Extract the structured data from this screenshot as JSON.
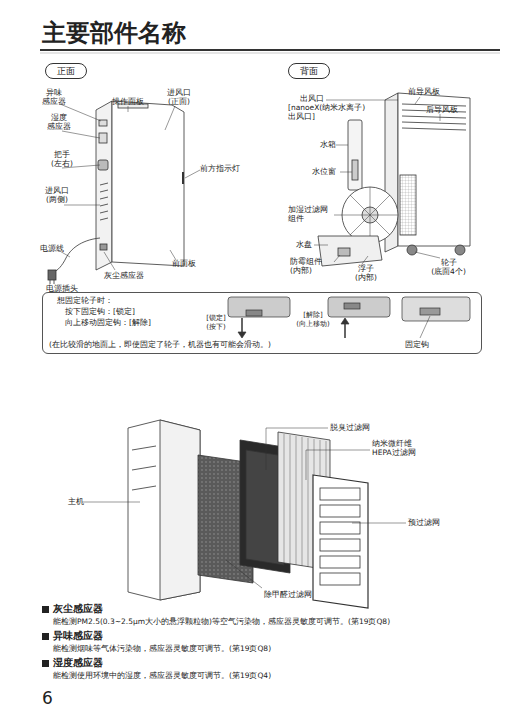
{
  "diagram": {
    "title": "主要部件名称",
    "nodes": [
      {
        "text": [
          "正面"
        ]
      },
      {
        "text": [
          "背面"
        ]
      },
      {
        "text": [
          "想固定轮子时：",
          "按下固定钩：[锁定]",
          "向上移动固定钩：[解除]",
          "[锁定] (按下)",
          "[解除] (向上移动)",
          "(在比较滑的地面上，即使固定了轮子，机器也有可能会滑动。)",
          "固定钩"
        ]
      }
    ],
    "labels": [
      "异味 感应器",
      "操作面板",
      "进风口 (正面)",
      "湿度 感应器",
      "把手 (左右)",
      "前方指示灯",
      "进风口 (两侧)",
      "电源线",
      "灰尘感应器",
      "前面板",
      "电源插头",
      "出风口",
      "[nanoeX(纳米水离子) 出风口]",
      "前导风板",
      "后导风板",
      "水箱",
      "水位窗",
      "加湿过滤网 组件",
      "水盘",
      "防霉组件 (内部)",
      "浮子 (内部)",
      "轮子 (底面4个)",
      "脱臭过滤网",
      "纳米微纤维 HEPA过滤网",
      "主机",
      "预过滤网",
      "除甲醛过滤网",
      "灰尘感应器",
      "能检测PM2.5(0.3~2.5μm大小的悬浮颗粒物)等空气污染物，感应器灵敏度可调节。(第19页Q8)",
      "异味感应器",
      "能检测烟味等气体污染物，感应器灵敏度可调节。(第19页Q8)",
      "湿度感应器",
      "能检测使用环境中的湿度，感应器灵敏度可调节。(第19页Q4)",
      "6"
    ]
  }
}
